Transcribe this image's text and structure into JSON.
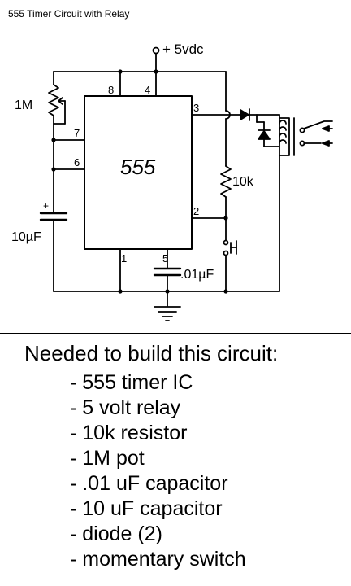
{
  "title": "555 Timer Circuit with Relay",
  "schematic": {
    "supply_label": "+ 5vdc",
    "ic_label": "555",
    "pins": {
      "p1": "1",
      "p2": "2",
      "p3": "3",
      "p4": "4",
      "p5": "5",
      "p6": "6",
      "p7": "7",
      "p8": "8"
    },
    "pot_label": "1M",
    "resistor_label": "10k",
    "timing_cap_label": "10µF",
    "timing_cap_polarity": "+",
    "control_cap_label": ".01µF"
  },
  "parts": {
    "heading": "Needed to build this circuit:",
    "items": [
      "- 555 timer IC",
      "- 5 volt relay",
      "- 10k resistor",
      "- 1M pot",
      "- .01 uF capacitor",
      "- 10 uF capacitor",
      "- diode (2)",
      "- momentary switch"
    ]
  }
}
